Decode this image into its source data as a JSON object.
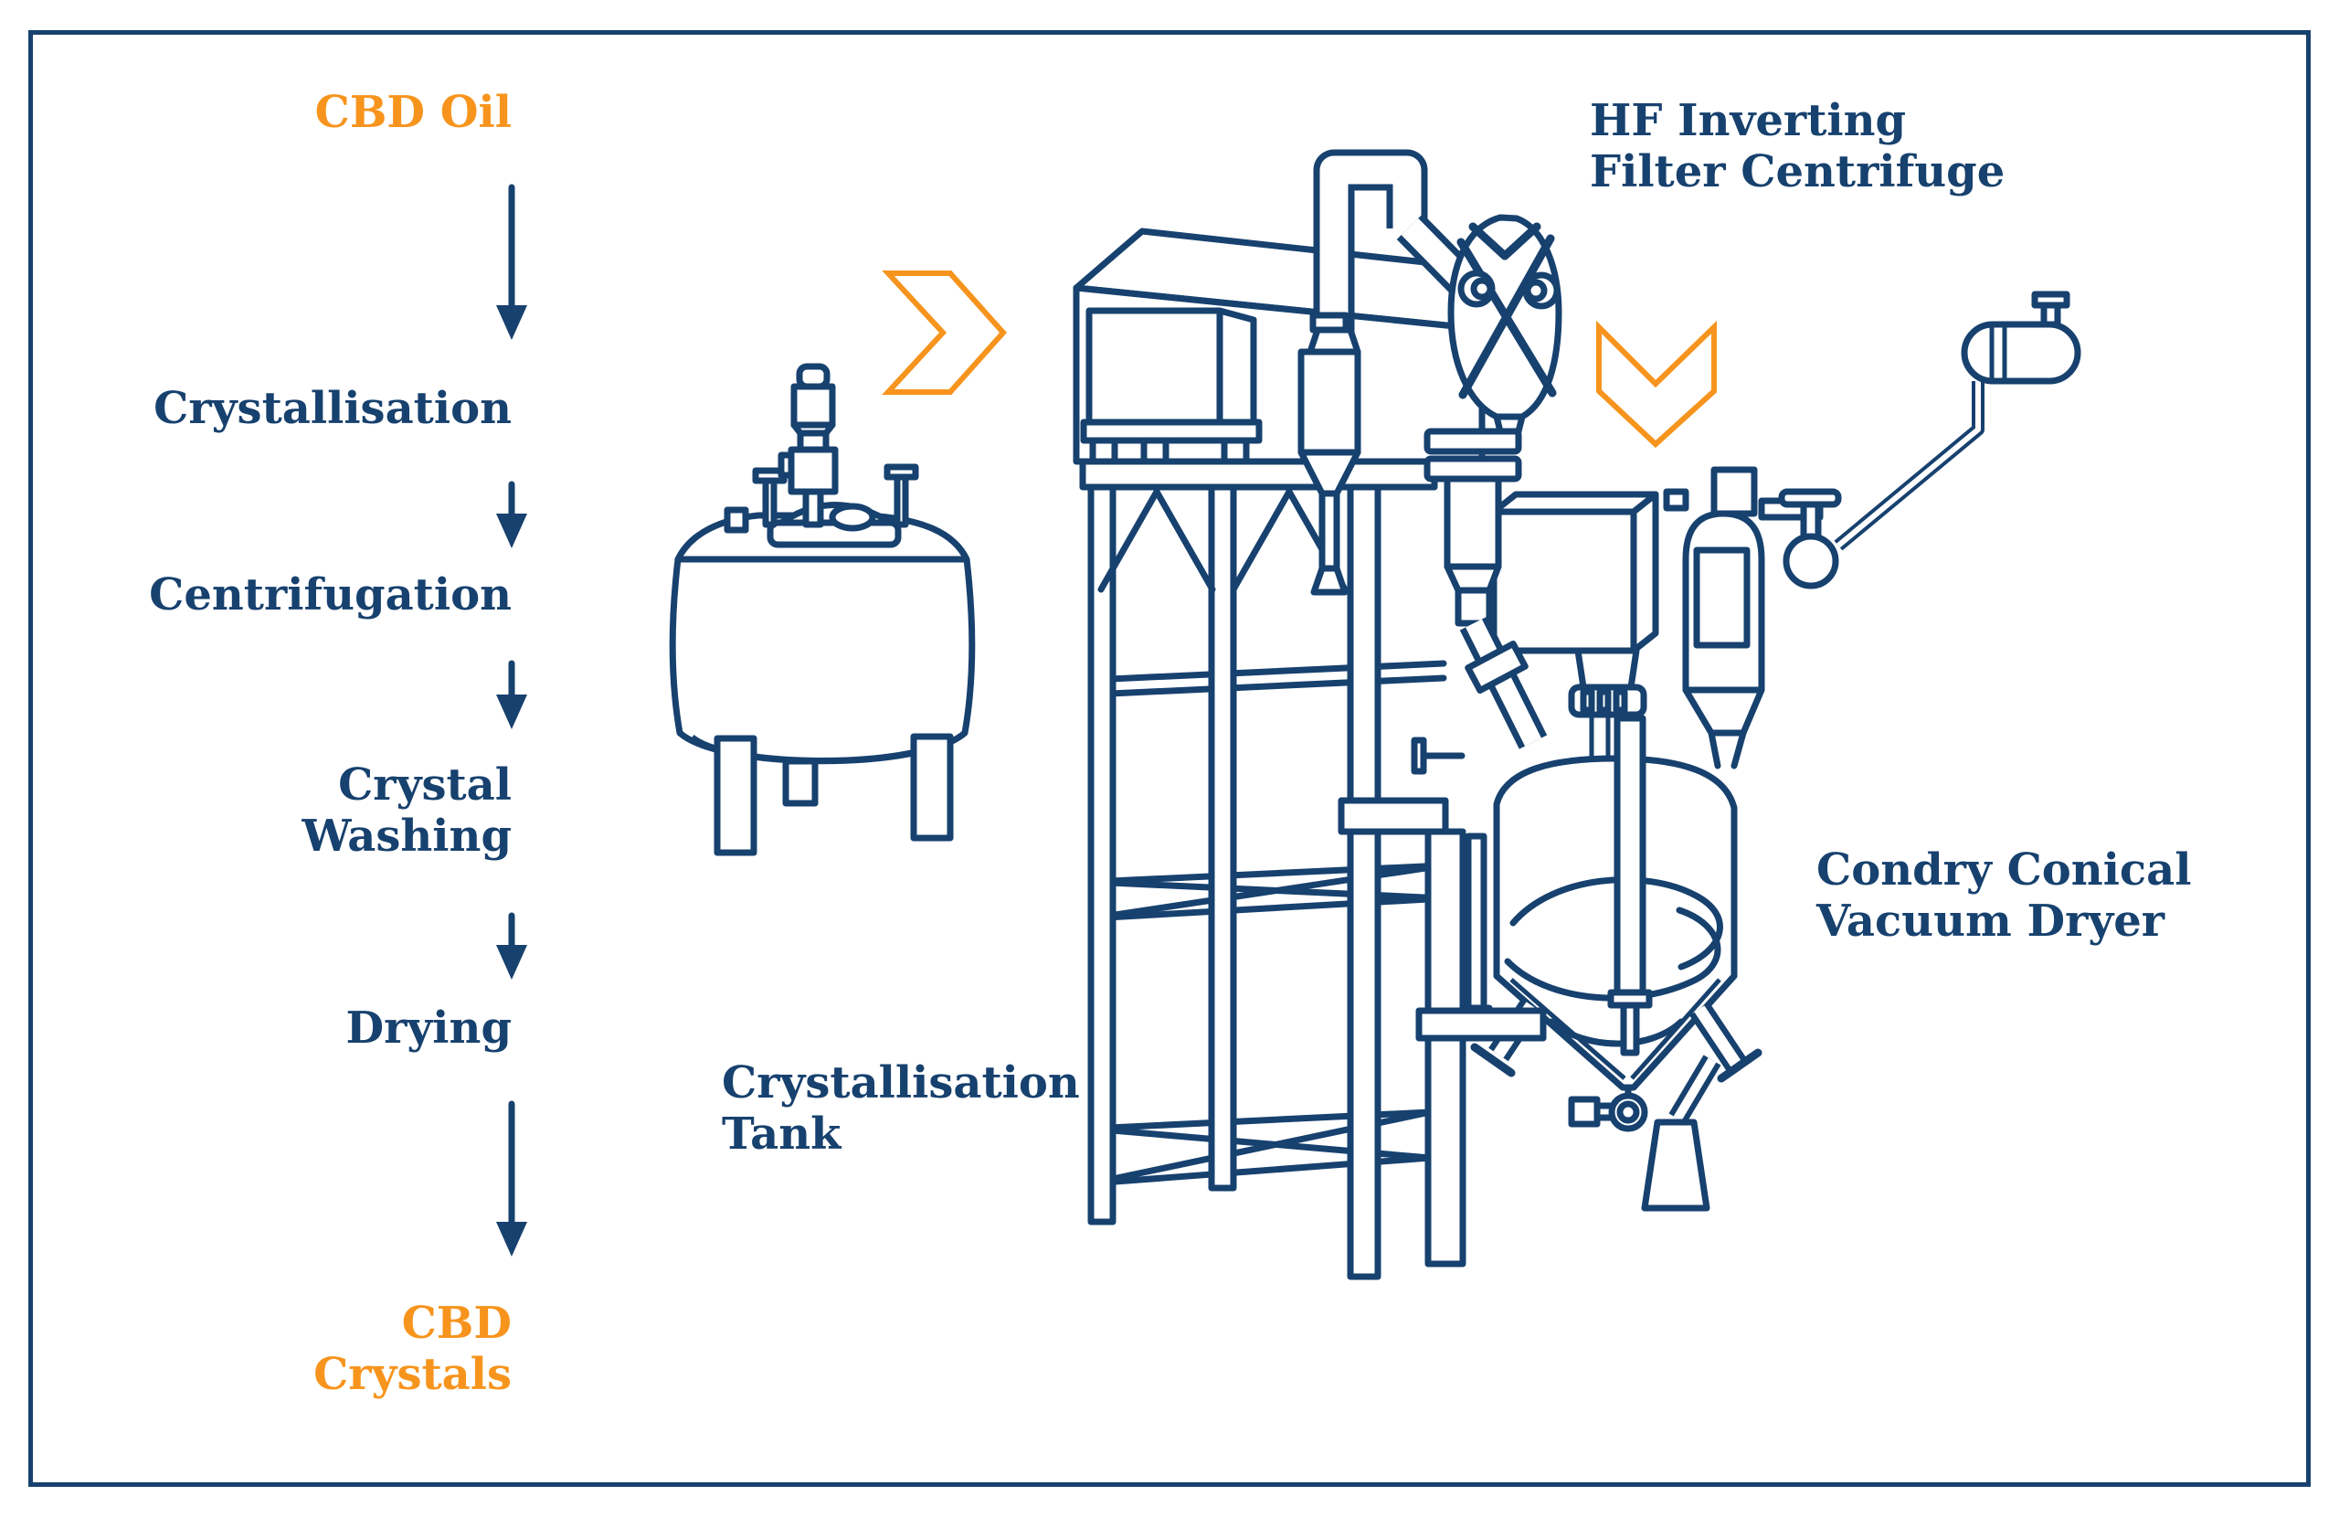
{
  "colors": {
    "navy": "#17416E",
    "orange": "#F7941D",
    "background": "#FFFFFF"
  },
  "flow": {
    "steps": [
      {
        "id": "cbd-oil",
        "label": "CBD Oil",
        "highlight": true
      },
      {
        "id": "crystallisation",
        "label": "Crystallisation",
        "highlight": false
      },
      {
        "id": "centrifugation",
        "label": "Centrifugation",
        "highlight": false
      },
      {
        "id": "crystal-washing",
        "label": "Crystal\nWashing",
        "highlight": false
      },
      {
        "id": "drying",
        "label": "Drying",
        "highlight": false
      },
      {
        "id": "cbd-crystals",
        "label": "CBD\nCrystals",
        "highlight": true
      }
    ]
  },
  "equipment": {
    "tank_label": "Crystallisation\nTank",
    "centrifuge_label": "HF Inverting\nFilter Centrifuge",
    "dryer_label": "Condry Conical\nVacuum Dryer"
  }
}
